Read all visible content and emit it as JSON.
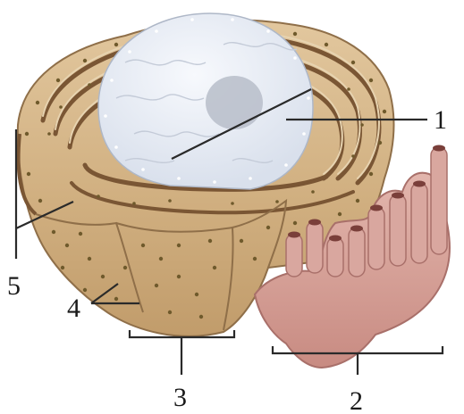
{
  "labels": {
    "n1": "1",
    "n2": "2",
    "n3": "3",
    "n4": "4",
    "n5": "5"
  },
  "colors": {
    "er_membrane": "#c9a77d",
    "er_highlight": "#e7d3b0",
    "er_shadow": "#8f6f49",
    "lumen": "#7a5634",
    "ribosome": "#6f5a2c",
    "nucleus": "#e9eef7",
    "nucleus_texture": "#c4cbd8",
    "nucleolus": "#b7bdc9",
    "smooth_er": "#d4a199",
    "smooth_er_shadow": "#a9706a",
    "leader": "#2a2a2a"
  }
}
